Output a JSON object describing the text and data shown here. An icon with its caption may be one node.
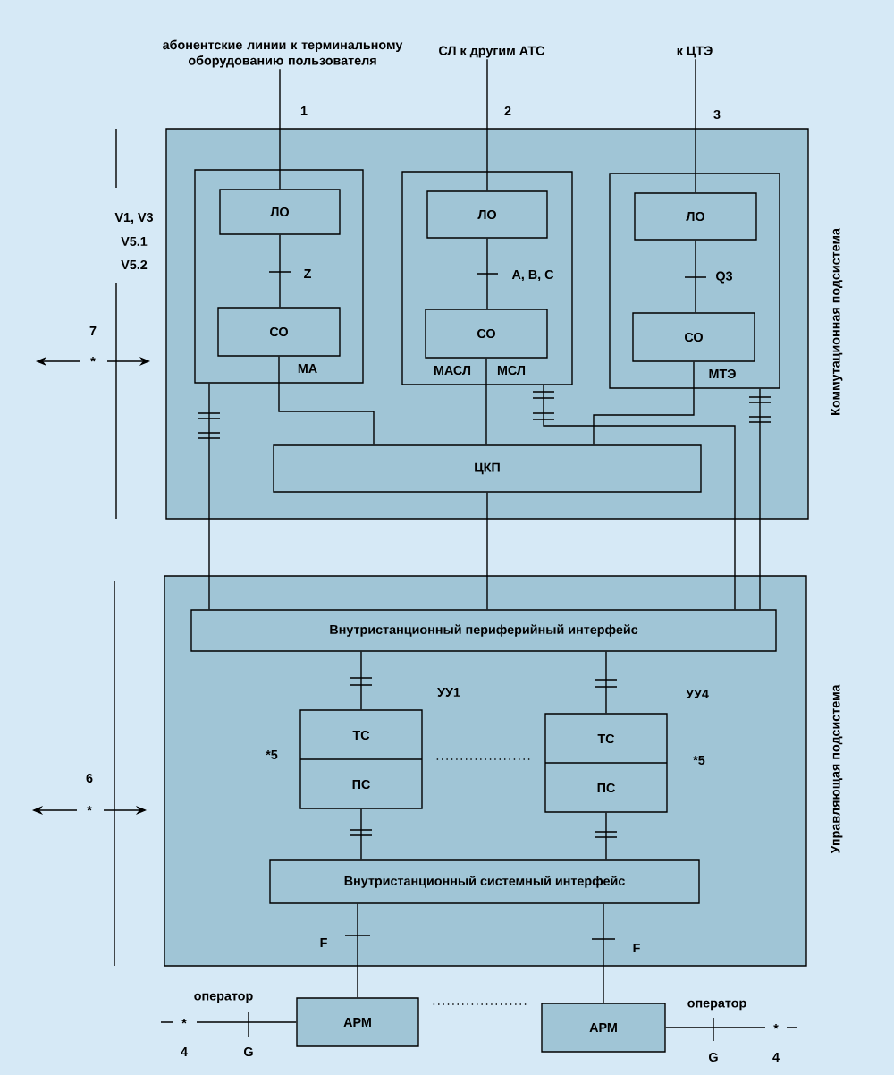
{
  "diagram": {
    "nodes": [
      {
        "text": [
          "Коммутационная подсистема"
        ]
      },
      {
        "text": [
          "МА"
        ],
        "in": 0
      },
      {
        "text": [
          "ЛО"
        ],
        "in": 1
      },
      {
        "text": [
          "СО"
        ],
        "in": 1
      },
      {
        "text": [
          "МАСЛ",
          "МСЛ"
        ],
        "in": 0
      },
      {
        "text": [
          "ЛО"
        ],
        "in": 4
      },
      {
        "text": [
          "СО"
        ],
        "in": 4
      },
      {
        "text": [
          "МТЭ"
        ],
        "in": 0
      },
      {
        "text": [
          "ЛО"
        ],
        "in": 7
      },
      {
        "text": [
          "СО"
        ],
        "in": 7
      },
      {
        "text": [
          "ЦКП"
        ],
        "in": 0
      },
      {
        "text": [
          "Управляющая подсистема"
        ]
      },
      {
        "text": [
          "Внутристанционный периферийный интерфейс"
        ],
        "in": 11
      },
      {
        "text": [
          "ТС",
          "ПС"
        ],
        "beside": [
          "УУ1",
          "*5"
        ],
        "in": 11
      },
      {
        "text": [
          "ТС",
          "ПС"
        ],
        "beside": [
          "УУ4",
          "*5"
        ],
        "in": 11
      },
      {
        "text": [
          "Внутристанционный системный интерфейс"
        ],
        "in": 11
      },
      {
        "text": [
          "АРМ"
        ]
      },
      {
        "text": [
          "АРМ"
        ]
      },
      {
        "text": [
          "абонентские линии к терминальному оборудованию пользователя"
        ]
      },
      {
        "text": [
          "СЛ к другим АТС"
        ]
      },
      {
        "text": [
          "к ЦТЭ"
        ]
      }
    ],
    "edges": [
      {
        "from": 18,
        "to": 2,
        "arrow": "none",
        "label": "1"
      },
      {
        "from": 19,
        "to": 5,
        "arrow": "none",
        "label": "2"
      },
      {
        "from": 20,
        "to": 8,
        "arrow": "none",
        "label": "3"
      },
      {
        "from": 2,
        "to": 3,
        "arrow": "none",
        "label": "Z"
      },
      {
        "from": 5,
        "to": 6,
        "arrow": "none",
        "label": "A, B, C"
      },
      {
        "from": 8,
        "to": 9,
        "arrow": "none",
        "label": "Q3"
      },
      {
        "from": 3,
        "to": 10,
        "arrow": "none"
      },
      {
        "from": 6,
        "to": 10,
        "arrow": "none"
      },
      {
        "from": 9,
        "to": 10,
        "arrow": "none"
      },
      {
        "from": 10,
        "to": 12,
        "arrow": "none"
      },
      {
        "from": 1,
        "to": 12,
        "arrow": "none"
      },
      {
        "from": 4,
        "to": 12,
        "arrow": "none"
      },
      {
        "from": 7,
        "to": 12,
        "arrow": "none"
      },
      {
        "from": 12,
        "to": 13,
        "arrow": "none"
      },
      {
        "from": 12,
        "to": 14,
        "arrow": "none"
      },
      {
        "from": 13,
        "to": 15,
        "arrow": "none"
      },
      {
        "from": 14,
        "to": 15,
        "arrow": "none"
      },
      {
        "from": 15,
        "to": 16,
        "arrow": "none",
        "label": "F"
      },
      {
        "from": 15,
        "to": 17,
        "arrow": "none",
        "label": "F"
      },
      {
        "from": 13,
        "to": 14,
        "arrow": "none",
        "style": "dashed"
      },
      {
        "from": 16,
        "to": 17,
        "arrow": "none",
        "style": "dashed"
      },
      {
        "from": null,
        "to": 16,
        "arrow": "none",
        "label": "G"
      },
      {
        "from": 17,
        "to": null,
        "arrow": "none",
        "label": "G"
      }
    ],
    "labels": [
      "V1, V3",
      "V5.1",
      "V5.2",
      "7",
      "*",
      "6",
      "*",
      "оператор",
      "*",
      "4",
      "оператор",
      "*",
      "4"
    ]
  }
}
